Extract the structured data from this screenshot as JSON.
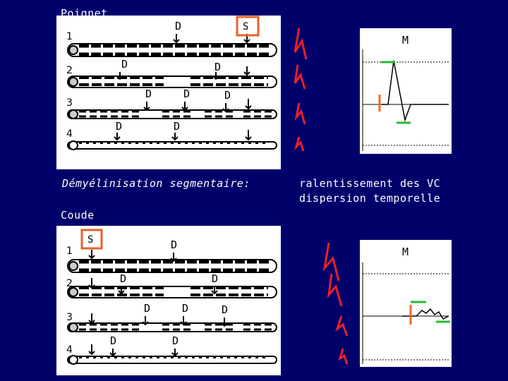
{
  "labels": {
    "wrist": "Poignet",
    "elbow": "Coude",
    "demyelination": "Démyélinisation segmentaire:",
    "result_line1": "ralentissement des VC",
    "result_line2": "dispersion temporelle"
  },
  "fiber_numbers": [
    "1",
    "2",
    "3",
    "4"
  ],
  "marks": {
    "demyelination": "D",
    "stimulation": "S",
    "muscle": "M"
  },
  "colors": {
    "background": "#00006b",
    "panel": "#ffffff",
    "ink": "#000000",
    "signal_red": "#e8202a",
    "stim_box": "#e8622a",
    "stim_marker": "#f06a2a",
    "baseline_marker": "#22bb33"
  },
  "icons": {
    "signal": "lightning-bolt-icon",
    "arrow": "down-arrow-icon"
  }
}
